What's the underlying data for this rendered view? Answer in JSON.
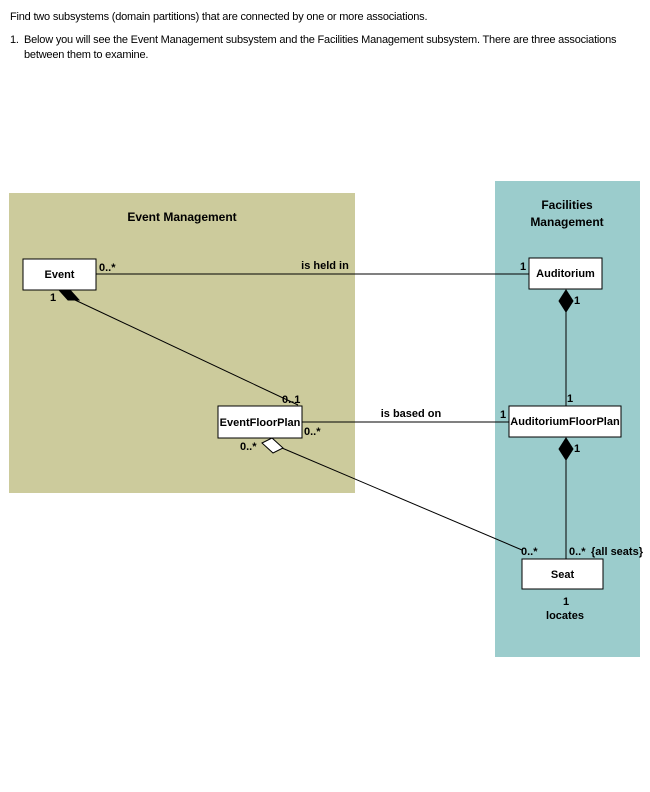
{
  "instructions": {
    "intro": "Find two subsystems (domain partitions) that are connected by one or more associations.",
    "step_number": "1.",
    "step_text": "Below you will see the Event Management subsystem and the Facilities Management subsystem.  There are three associations between them to examine."
  },
  "colors": {
    "event_area": "#cccb9c",
    "facilities_area": "#9bcccc"
  },
  "areas": {
    "event": {
      "title": "Event Management"
    },
    "facilities": {
      "title_line1": "Facilities",
      "title_line2": "Management"
    }
  },
  "classes": {
    "event": "Event",
    "event_floor_plan": "EventFloorPlan",
    "auditorium": "Auditorium",
    "auditorium_floor_plan": "AuditoriumFloorPlan",
    "seat": "Seat"
  },
  "associations": {
    "held_in": {
      "label": "is held in",
      "event_mult": "0..*",
      "auditorium_mult": "1"
    },
    "event_floorplan": {
      "event_mult": "1",
      "floorplan_mult": "0..1"
    },
    "based_on": {
      "label": "is based on",
      "floorplan_mult": "0..*",
      "auditorium_floorplan_mult": "1"
    },
    "auditorium_comp": {
      "auditorium_mult": "1",
      "floorplan_mult": "1"
    },
    "seat_comp": {
      "floorplan_mult": "1",
      "seat_mult": "0..*",
      "constraint": "{all seats}"
    },
    "locates": {
      "floorplan_mult": "0..*",
      "seat_mult_left": "0..*",
      "seat_mult_below": "1",
      "label": "locates"
    }
  }
}
